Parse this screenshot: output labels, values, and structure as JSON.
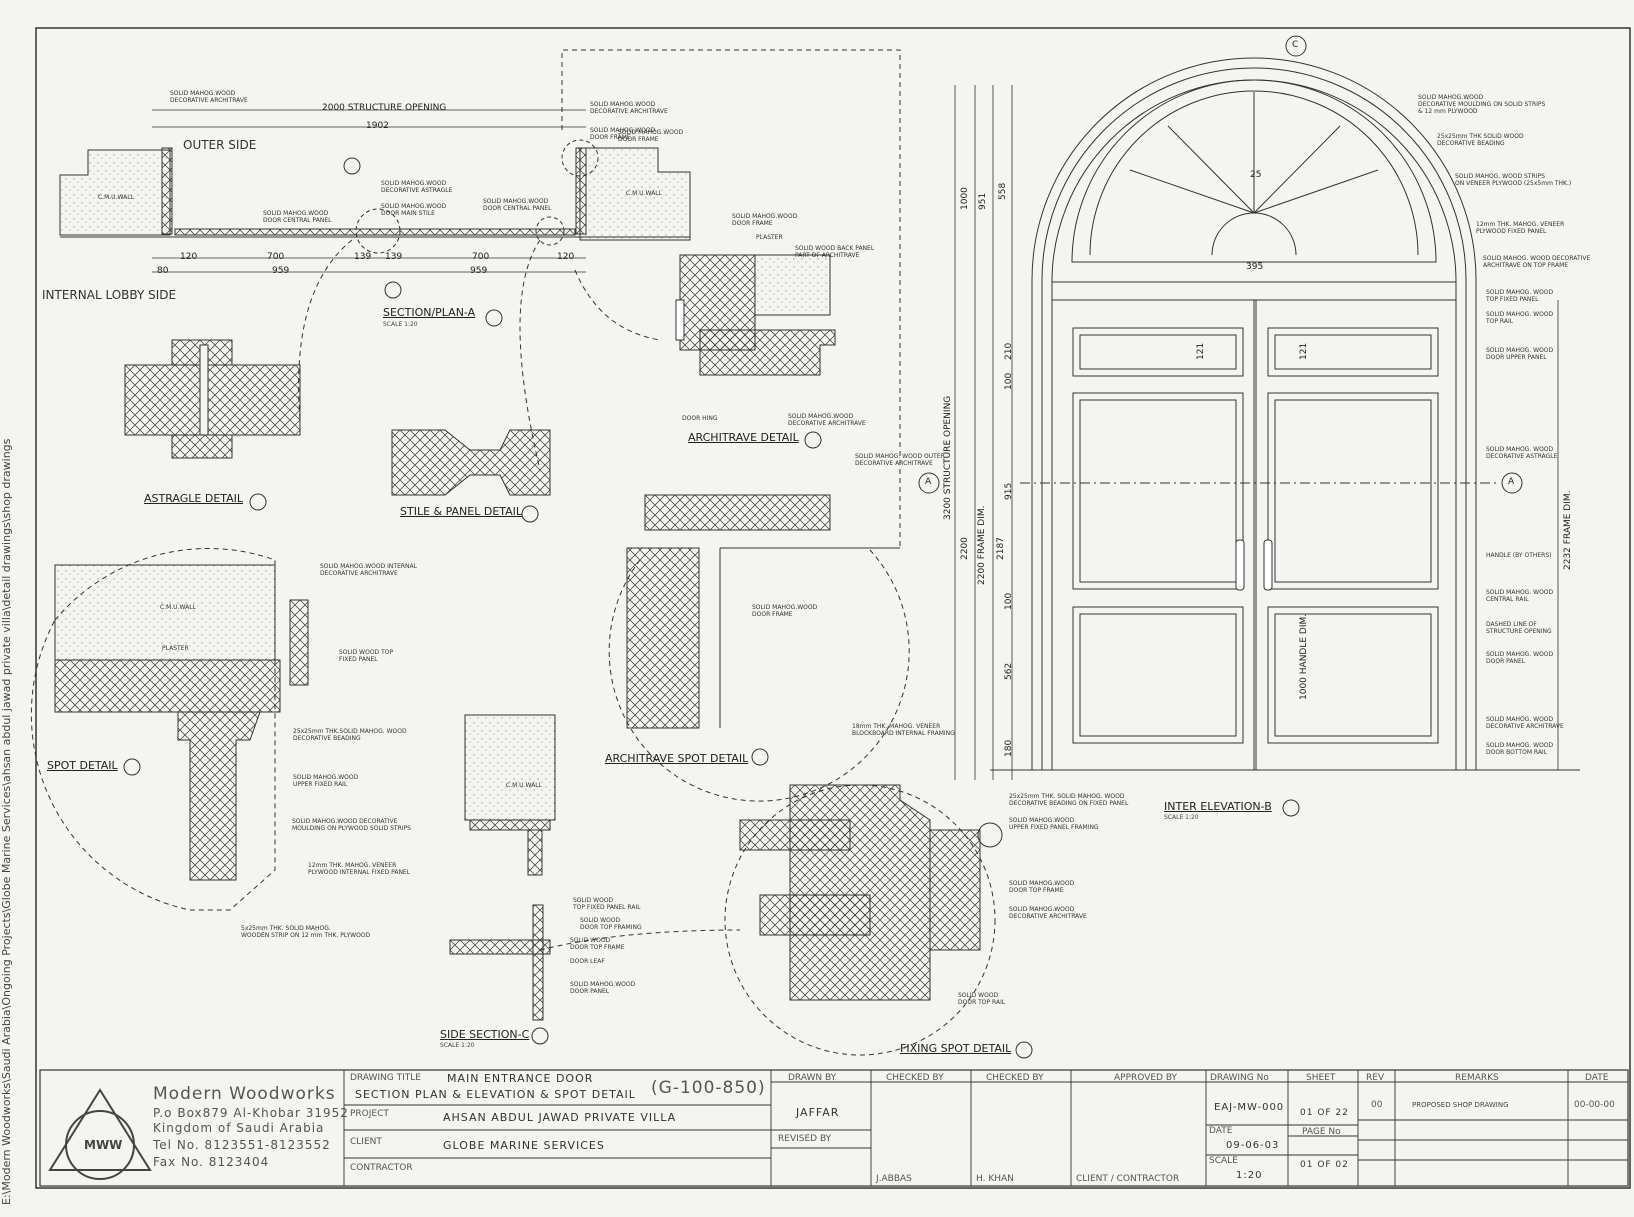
{
  "side_path": "E:\\Modern Woodworks\\Saudi Arabia\\Ongoing Projects\\Globe Marine Services\\ahsan abdul jawad private villa\\detail drawings\\shop drawings",
  "company": {
    "name": "Modern Woodworks",
    "address1": "P.o Box879 Al-Khobar 31952",
    "address2": "Kingdom of Saudi Arabia",
    "tel": "Tel No. 8123551-8123552",
    "fax": "Fax No. 8123404",
    "logo_text": "MWW"
  },
  "title_block": {
    "drawing_title_label": "DRAWING TITLE",
    "drawing_title_1": "MAIN ENTRANCE DOOR",
    "drawing_title_2": "SECTION PLAN & ELEVATION & SPOT DETAIL",
    "drawing_code": "(G-100-850)",
    "project_label": "PROJECT",
    "project": "AHSAN ABDUL JAWAD PRIVATE VILLA",
    "client_label": "CLIENT",
    "client": "GLOBE MARINE SERVICES",
    "contractor_label": "CONTRACTOR",
    "drawn_by_label": "DRAWN BY",
    "drawn_by": "JAFFAR",
    "revised_by_label": "REVISED BY",
    "checked_by_label": "CHECKED BY",
    "checked_by_1": "J.ABBAS",
    "checked_by_2": "H. KHAN",
    "approved_by_label": "APPROVED BY",
    "approved_by": "CLIENT / CONTRACTOR",
    "drawing_no_label": "DRAWING No",
    "drawing_no": "EAJ-MW-000",
    "date_label": "DATE",
    "date": "09-06-03",
    "scale_label": "SCALE",
    "scale": "1:20",
    "sheet_label": "SHEET",
    "sheet": "01 OF 22",
    "page_no_label": "PAGE No",
    "page_no": "01 OF 02",
    "rev_label": "REV",
    "rev": "00",
    "remarks_label": "REMARKS",
    "remarks": "PROPOSED SHOP DRAWING",
    "date_col_label": "DATE",
    "date_col": "00-00-00"
  },
  "detail_titles": {
    "section_plan": "SECTION/PLAN-A",
    "astragle": "ASTRAGLE DETAIL",
    "stile_panel": "STILE & PANEL DETAIL",
    "architrave": "ARCHITRAVE DETAIL",
    "architrave_spot": "ARCHITRAVE SPOT DETAIL",
    "spot": "SPOT DETAIL",
    "side_section": "SIDE SECTION-C",
    "fixing_spot": "FIXING SPOT DETAIL",
    "inter_elevation": "INTER ELEVATION-B",
    "scale_note": "SCALE 1:20"
  },
  "plan_labels": {
    "outer_side": "OUTER SIDE",
    "internal_lobby_side": "INTERNAL LOBBY SIDE",
    "structure_opening": "2000 STRUCTURE OPENING",
    "d_1902": "1902",
    "d_120a": "120",
    "d_700a": "700",
    "d_959a": "959",
    "d_120b": "120",
    "d_139a": "139",
    "d_139b": "139",
    "d_700b": "700",
    "d_959b": "959",
    "d_80": "80",
    "cmu_wall": "C.M.U.WALL"
  },
  "elevation_dims": {
    "d_1000": "1000",
    "d_951": "951",
    "d_558": "558",
    "d_2200": "2200",
    "d_2200fd": "2200 FRAME DIM.",
    "d_2187": "2187",
    "d_915": "915",
    "d_562": "562",
    "d_180": "180",
    "d_210": "210",
    "d_3200": "3200 STRUCTURE OPENING",
    "d_395": "395",
    "d_121a": "121",
    "d_121b": "121",
    "d_2232": "2232 FRAME DIM.",
    "d_1000h": "1000 HANDLE DIM.",
    "d_100a": "100",
    "d_100b": "100",
    "d_25": "25",
    "section_c": "C",
    "section_a": "A"
  },
  "notes": {
    "n1": "SOLID MAHOG.WOOD\nDECORATIVE MOULDING ON SOLID STRIPS\n& 12 mm PLYWOOD",
    "n2": "25x25mm THK SOLID WOOD\nDECORATIVE BEADING",
    "n3": "SOLID MAHOG. WOOD STRIPS\nON VENEER PLYWOOD (25x5mm THK.)",
    "n4": "12mm THK. MAHOG. VENEER\nPLYWOOD FIXED PANEL",
    "n5": "SOLID MAHOG. WOOD DECORATIVE\nARCHITRAVE ON TOP FRAME",
    "n6": "SOLID MAHOG. WOOD\nTOP FIXED PANEL",
    "n7": "SOLID MAHOG. WOOD\nTOP RAIL",
    "n8": "SOLID MAHOG. WOOD\nDOOR UPPER PANEL",
    "n9": "SOLID MAHOG. WOOD\nDECORATIVE ASTRAGLE",
    "n10": "HANDLE (BY OTHERS)",
    "n11": "SOLID MAHOG. WOOD\nCENTRAL RAIL",
    "n12": "DASHED LINE OF\nSTRUCTURE OPENING",
    "n13": "SOLID MAHOG. WOOD\nDOOR PANEL",
    "n14": "SOLID MAHOG. WOOD\nDECORATIVE ARCHITRAVE",
    "n15": "SOLID MAHOG. WOOD\nDOOR BOTTOM RAIL",
    "n16": "SOLID MAHOG.WOOD\nDECORATIVE ARCHITRAVE",
    "n17": "SOLID MAHOG.WOOD\nDECORATIVE ARCHITRAVE",
    "n18": "SOLID MAHOG.WOOD\nDOOR FRAME",
    "n19": "SOLID MAHOG.WOOD\nDECORATIVE ASTRAGLE",
    "n20": "SOLID MAHOG.WOOD\nDOOR CENTRAL PANEL",
    "n21": "SOLID MAHOG.WOOD\nDOOR MAIN STILE",
    "n22": "SOLID MAHOG.WOOD\nDOOR CENTRAL PANEL",
    "n23": "SOLID MAHOG.WOOD\nDOOR FRAME",
    "n24": "PLASTER",
    "n25": "SOLID WOOD BACK PANEL\nPART OF ARCHITRAVE",
    "n26": "SOLID MAHOG.WOOD\nDECORATIVE ARCHITRAVE",
    "n27": "DOOR HING",
    "n28": "SOLID MAHOG. WOOD OUTER\nDECORATIVE ARCHITRAVE",
    "n29": "SOLID MAHOG.WOOD\nDOOR FRAME",
    "n30": "SOLID MAHOG.WOOD INTERNAL\nDECORATIVE ARCHITRAVE",
    "n31": "SOLID WOOD TOP\nFIXED PANEL",
    "n32": "25x25mm THK.SOLID MAHOG. WOOD\nDECORATIVE BEADING",
    "n33": "SOLID MAHOG.WOOD\nUPPER FIXED RAIL",
    "n34": "SOLID MAHOG.WOOD DECORATIVE\nMOULDING ON PLYWOOD SOLID STRIPS",
    "n35": "12mm THK. MAHOG. VENEER\nPLYWOOD INTERNAL FIXED PANEL",
    "n36": "5x25mm THK. SOLID MAHOG.\nWOODEN STRIP ON 12 mm THK. PLYWOOD",
    "n37": "18mm THK. MAHOG. VENEER\nBLOCKBOARD INTERNAL FRAMING",
    "n38": "25x25mm THK. SOLID MAHOG. WOOD\nDECORATIVE BEADING ON FIXED PANEL",
    "n39": "SOLID MAHOG.WOOD\nUPPER FIXED PANEL FRAMING",
    "n40": "SOLID MAHOG.WOOD\nDOOR TOP FRAME",
    "n41": "SOLID MAHOG.WOOD\nDECORATIVE ARCHITRAVE",
    "n42": "SOLID WOOD\nDOOR TOP RAIL",
    "n43": "SOLID WOOD\nTOP FIXED PANEL RAIL",
    "n44": "SOLID WOOD\nDOOR TOP FRAMING",
    "n45": "SOLID WOOD\nDOOR TOP FRAME",
    "n46": "DOOR LEAF",
    "n47": "SOLID MAHOG.WOOD\nDOOR PANEL",
    "n48": "PLASTER",
    "n49": "C.M.U.WALL",
    "n50": "SOLID MAHOG.WOOD\nDOOR FRAME",
    "n51": "C.M.U.WALL"
  }
}
